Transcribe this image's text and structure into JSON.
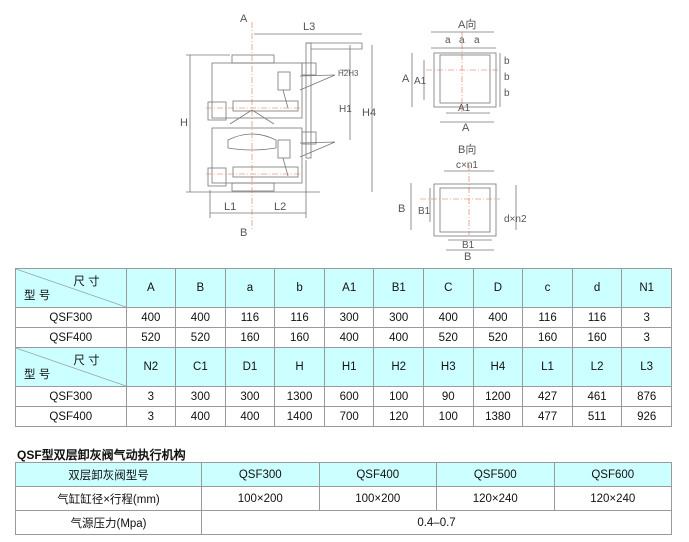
{
  "drawing": {
    "main_labels": {
      "A": "A",
      "B": "B",
      "L3": "L3",
      "H": "H",
      "H1": "H1",
      "H2H3": "H2H3",
      "H4": "H4",
      "L1": "L1",
      "L2": "L2"
    },
    "a_view": {
      "title": "A向",
      "a": "a",
      "b": "b",
      "A": "A",
      "A1": "A1"
    },
    "b_view": {
      "title": "B向",
      "cxn1": "c×n1",
      "dxn2": "d×n2",
      "B": "B",
      "B1": "B1"
    }
  },
  "table1": {
    "corner_top": "尺 寸",
    "corner_bottom": "型 号",
    "headers1": [
      "A",
      "B",
      "a",
      "b",
      "A1",
      "B1",
      "C",
      "D",
      "c",
      "d",
      "N1"
    ],
    "rows1": [
      {
        "model": "QSF300",
        "values": [
          "400",
          "400",
          "116",
          "116",
          "300",
          "300",
          "400",
          "400",
          "116",
          "116",
          "3"
        ]
      },
      {
        "model": "QSF400",
        "values": [
          "520",
          "520",
          "160",
          "160",
          "400",
          "400",
          "520",
          "520",
          "160",
          "160",
          "3"
        ]
      }
    ],
    "headers2": [
      "N2",
      "C1",
      "D1",
      "H",
      "H1",
      "H2",
      "H3",
      "H4",
      "L1",
      "L2",
      "L3"
    ],
    "rows2": [
      {
        "model": "QSF300",
        "values": [
          "3",
          "300",
          "300",
          "1300",
          "600",
          "100",
          "90",
          "1200",
          "427",
          "461",
          "876"
        ]
      },
      {
        "model": "QSF400",
        "values": [
          "3",
          "400",
          "400",
          "1400",
          "700",
          "120",
          "100",
          "1380",
          "477",
          "511",
          "926"
        ]
      }
    ]
  },
  "table2": {
    "title": "QSF型双层卸灰阀气动执行机构",
    "header": [
      "双层卸灰阀型号",
      "QSF300",
      "QSF400",
      "QSF500",
      "QSF600"
    ],
    "row_cylinder": [
      "气缸缸径×行程(mm)",
      "100×200",
      "100×200",
      "120×240",
      "120×240"
    ],
    "row_pressure": [
      "气源压力(Mpa)",
      "0.4–0.7"
    ]
  },
  "colors": {
    "header_bg": "#ccffff",
    "line": "#777777",
    "centerline": "#e07050"
  }
}
